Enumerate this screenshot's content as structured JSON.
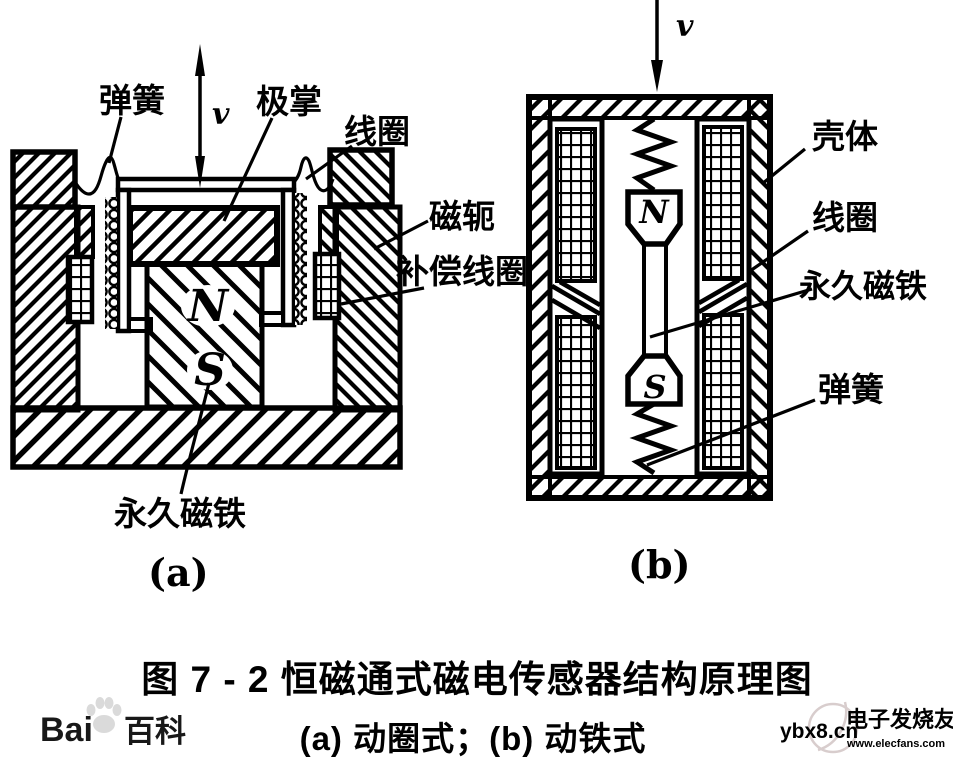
{
  "figure": {
    "caption_line1": "图 7 - 2  恒磁通式磁电传感器结构原理图",
    "caption_line2": "(a) 动圈式；(b) 动铁式"
  },
  "diagram_a": {
    "label": "(a)",
    "velocity": "v",
    "annotations": {
      "spring": "弹簧",
      "pole_piece": "极掌",
      "coil": "线圈",
      "yoke": "磁轭",
      "compensation_coil": "补偿线圈",
      "permanent_magnet": "永久磁铁"
    },
    "magnet_poles": {
      "north": "N",
      "south": "S"
    }
  },
  "diagram_b": {
    "label": "(b)",
    "velocity": "v",
    "annotations": {
      "housing": "壳体",
      "coil": "线圈",
      "permanent_magnet": "永久磁铁",
      "spring": "弹簧"
    },
    "magnet_poles": {
      "north": "N",
      "south": "S"
    }
  },
  "watermarks": {
    "baidu_prefix": "Bai",
    "baidu_suffix": "百科",
    "ybx8": "ybx8.cn",
    "elecfans_name": "电子发烧友",
    "elecfans_url": "www.elecfans.com"
  },
  "colors": {
    "ink": "#000000",
    "paper": "#ffffff",
    "watermark_gray": "#d7d7d7",
    "watermark_pink": "#d8cdcd"
  }
}
